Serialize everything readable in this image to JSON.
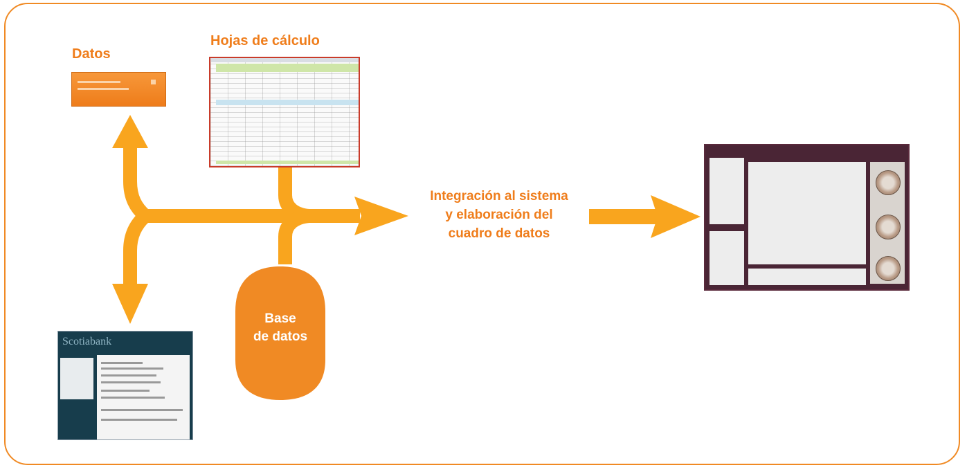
{
  "labels": {
    "datos": "Datos",
    "hojas": "Hojas de cálculo",
    "base_line1": "Base",
    "base_line2": "de datos",
    "integracion_line1": "Integración al sistema",
    "integracion_line2": "y elaboración del",
    "integracion_line3": "cuadro de datos"
  },
  "web_thumbnail": {
    "logo": "Scotiabank"
  },
  "colors": {
    "border": "#f08a24",
    "label_orange": "#ef7d1b",
    "arrow_yellow": "#f9a51e",
    "database_fill": "#f08a24",
    "sheet_border": "#c93b2a",
    "dashboard_frame": "#4a2535"
  }
}
